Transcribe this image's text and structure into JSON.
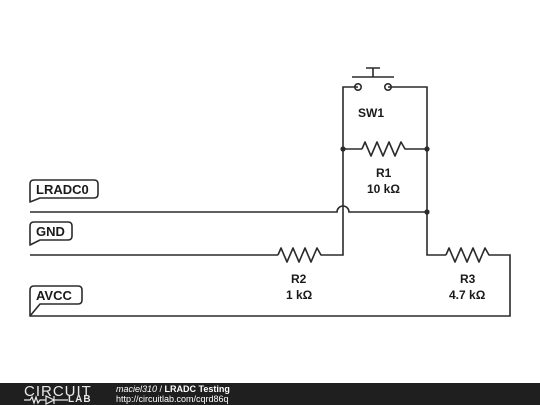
{
  "ports": {
    "lradc0": "LRADC0",
    "gnd": "GND",
    "avcc": "AVCC"
  },
  "components": {
    "sw1": {
      "name": "SW1"
    },
    "r1": {
      "name": "R1",
      "value": "10 kΩ"
    },
    "r2": {
      "name": "R2",
      "value": "1 kΩ"
    },
    "r3": {
      "name": "R3",
      "value": "4.7 kΩ"
    }
  },
  "footer": {
    "logo_top": "CIRCUIT",
    "logo_bottom": "LAB",
    "user": "maciel310",
    "separator": " / ",
    "title": "LRADC Testing",
    "url": "http://circuitlab.com/cqrd86q"
  },
  "colors": {
    "wire": "#2b2b2b",
    "footer_bg": "#1f1f1f"
  }
}
